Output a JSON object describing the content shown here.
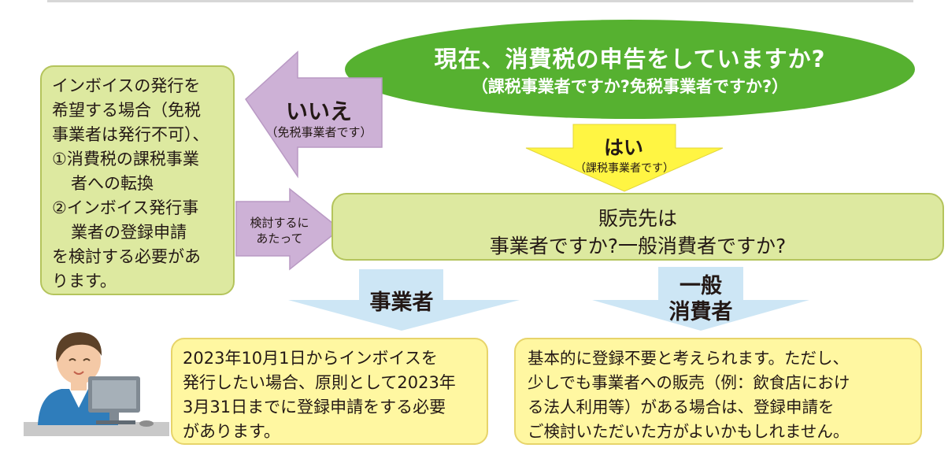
{
  "question": {
    "main": "現在、消費税の申告をしていますか?",
    "sub": "（課税事業者ですか?免税事業者ですか?）"
  },
  "no_arrow": {
    "label": "いいえ",
    "sub": "（免税事業者です）"
  },
  "yes_arrow": {
    "label": "はい",
    "sub": "（課税事業者です）"
  },
  "left_box": {
    "lines": [
      "インボイスの発行を",
      "希望する場合（免税",
      "事業者は発行不可）、",
      "①消費税の課税事業",
      "者への転換",
      "②インボイス発行事",
      "業者の登録申請",
      "を検討する必要があ",
      "ります。"
    ]
  },
  "consider_arrow": {
    "line1": "検討するに",
    "line2": "あたって"
  },
  "seller_box": {
    "line1": "販売先は",
    "line2": "事業者ですか?一般消費者ですか?"
  },
  "business_arrow": {
    "label": "事業者"
  },
  "general_arrow": {
    "line1": "一般",
    "line2": "消費者"
  },
  "business_box": {
    "lines": [
      "2023年10月1日からインボイスを",
      "発行したい場合、原則として2023年",
      "3月31日までに登録申請をする必要",
      "があります。"
    ]
  },
  "general_box": {
    "lines": [
      "基本的に登録不要と考えられます。ただし、",
      "少しでも事業者への販売（例：飲食店におけ",
      "る法人利用等）がある場合は、登録申請を",
      "ご検討いただいた方がよいかもしれません。"
    ]
  },
  "colors": {
    "ellipse": "#56b130",
    "box_green": "#dde9a0",
    "box_green_border": "#b4c45c",
    "box_yellow": "#fff7a1",
    "box_yellow_border": "#e7d46a",
    "arrow_purple": "#cdb1d6",
    "arrow_yellow": "#fff543",
    "arrow_blue": "#cde6f5"
  }
}
